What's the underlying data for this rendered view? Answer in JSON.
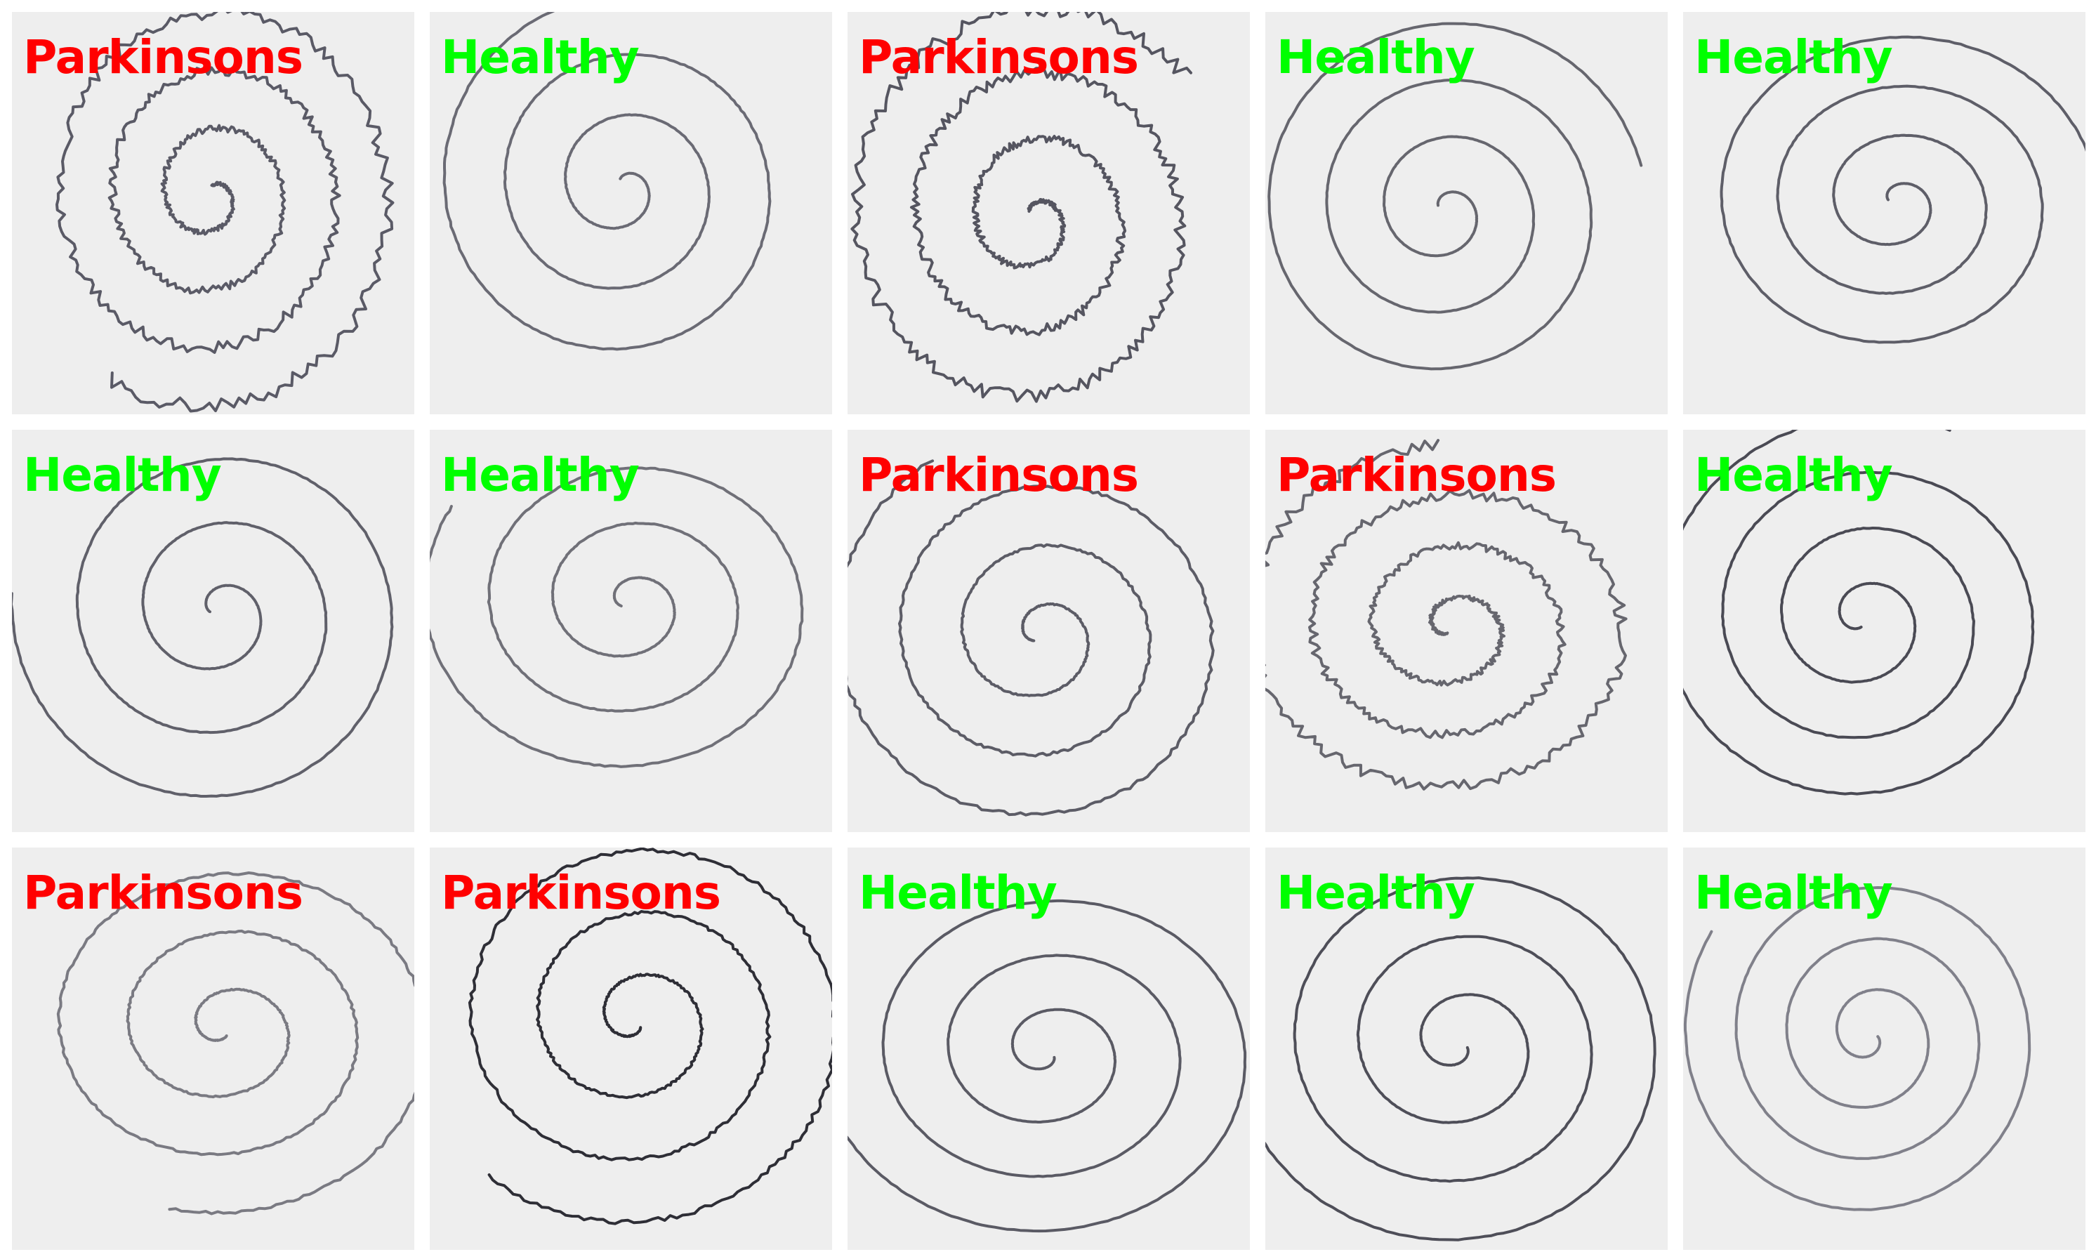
{
  "colors": {
    "parkinsons": "#ff0000",
    "healthy": "#00ff00",
    "paper": "#eeeeee",
    "background": "#ffffff"
  },
  "label_texts": {
    "parkinsons": "Parkinsons",
    "healthy": "Healthy"
  },
  "tiles": [
    {
      "label": "Parkinsons",
      "class": "parkinsons",
      "stroke_color": "#5a5a66",
      "tremor": 0.55
    },
    {
      "label": "Healthy",
      "class": "healthy",
      "stroke_color": "#6a6a74",
      "tremor": 0.05
    },
    {
      "label": "Parkinsons",
      "class": "parkinsons",
      "stroke_color": "#555560",
      "tremor": 0.6
    },
    {
      "label": "Healthy",
      "class": "healthy",
      "stroke_color": "#66666e",
      "tremor": 0.03
    },
    {
      "label": "Healthy",
      "class": "healthy",
      "stroke_color": "#5e5e68",
      "tremor": 0.04
    },
    {
      "label": "Healthy",
      "class": "healthy",
      "stroke_color": "#60606a",
      "tremor": 0.04
    },
    {
      "label": "Healthy",
      "class": "healthy",
      "stroke_color": "#707078",
      "tremor": 0.06
    },
    {
      "label": "Parkinsons",
      "class": "parkinsons",
      "stroke_color": "#5c5c66",
      "tremor": 0.15
    },
    {
      "label": "Parkinsons",
      "class": "parkinsons",
      "stroke_color": "#66666e",
      "tremor": 0.55
    },
    {
      "label": "Healthy",
      "class": "healthy",
      "stroke_color": "#4a4a54",
      "tremor": 0.05
    },
    {
      "label": "Parkinsons",
      "class": "parkinsons",
      "stroke_color": "#7a7a82",
      "tremor": 0.12
    },
    {
      "label": "Parkinsons",
      "class": "parkinsons",
      "stroke_color": "#2e2e36",
      "tremor": 0.18
    },
    {
      "label": "Healthy",
      "class": "healthy",
      "stroke_color": "#5a5a64",
      "tremor": 0.03
    },
    {
      "label": "Healthy",
      "class": "healthy",
      "stroke_color": "#4e4e58",
      "tremor": 0.04
    },
    {
      "label": "Healthy",
      "class": "healthy",
      "stroke_color": "#80808a",
      "tremor": 0.03
    }
  ]
}
